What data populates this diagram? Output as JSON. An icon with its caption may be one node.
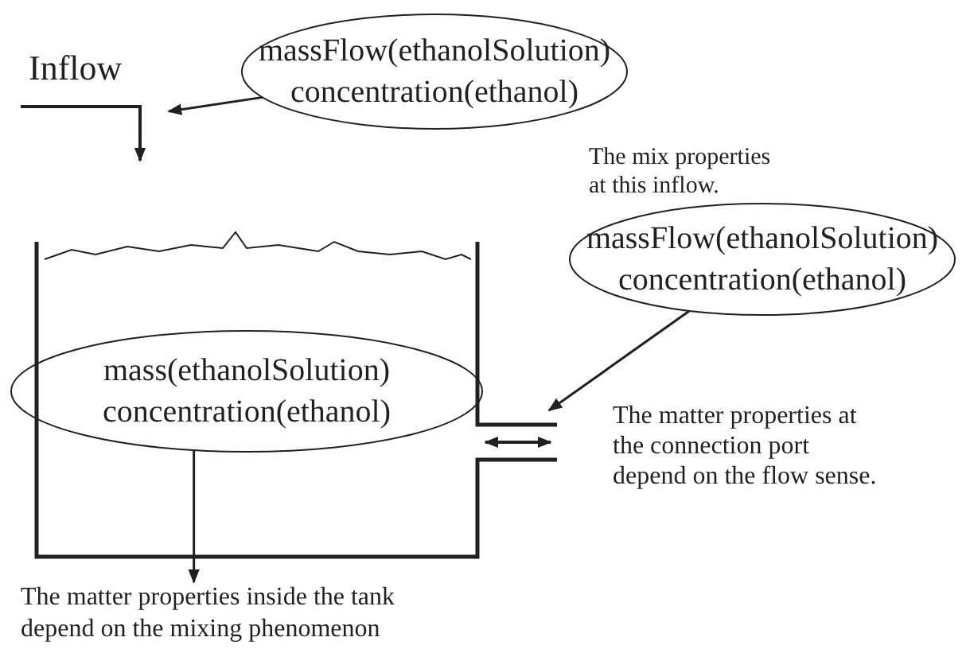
{
  "diagram": {
    "nodes": [
      {
        "text": [
          "massFlow(ethanolSolution)",
          "concentration(ethanol)"
        ]
      },
      {
        "text": [
          "massFlow(ethanolSolution)",
          "concentration(ethanol)"
        ]
      },
      {
        "text": [
          "mass(ethanolSolution)",
          "concentration(ethanol)"
        ]
      },
      {
        "text": [
          "The matter properties inside the tank depend on the mixing phenomenon"
        ]
      }
    ],
    "edges": [
      {
        "from": 0,
        "to": null,
        "arrow": "to"
      },
      {
        "from": 1,
        "to": null,
        "arrow": "to"
      },
      {
        "from": 2,
        "to": 3,
        "arrow": "to"
      }
    ],
    "labels": [
      "Inflow",
      "The mix properties at this inflow.",
      "The matter properties at the connection port depend on the flow sense."
    ]
  }
}
